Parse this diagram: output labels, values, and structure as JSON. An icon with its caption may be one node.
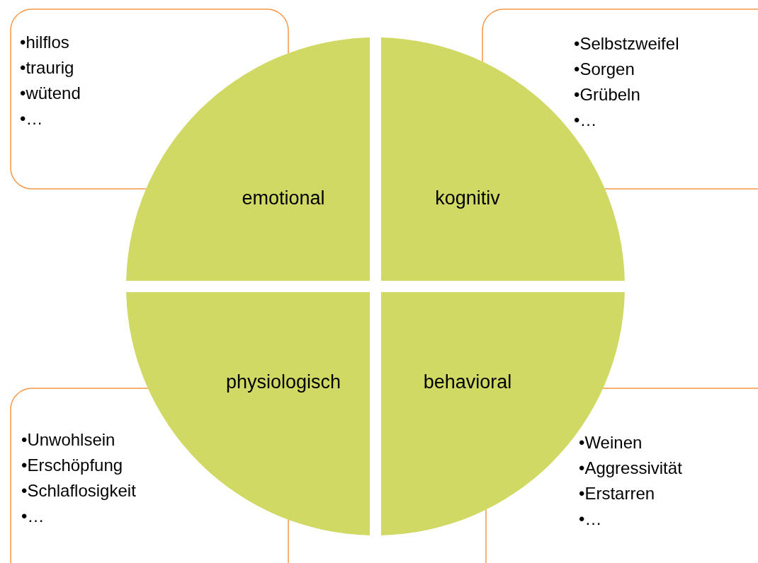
{
  "diagram": {
    "nodes": [
      {
        "text": [
          "•hilflos",
          "•traurig",
          "•wütend",
          "•…"
        ]
      },
      {
        "text": [
          "•Selbstzweifel",
          "•Sorgen",
          "•Grübeln",
          "•…"
        ]
      },
      {
        "text": [
          "emotional"
        ]
      },
      {
        "text": [
          "kognitiv"
        ]
      },
      {
        "text": [
          "physiologisch"
        ]
      },
      {
        "text": [
          "behavioral"
        ]
      },
      {
        "text": [
          "•Unwohlsein",
          "•Erschöpfung",
          "•Schlaflosigkeit",
          "•…"
        ]
      },
      {
        "text": [
          "•Weinen",
          "•Aggressivität",
          "•Erstarren",
          "•…"
        ]
      }
    ],
    "edges": []
  }
}
